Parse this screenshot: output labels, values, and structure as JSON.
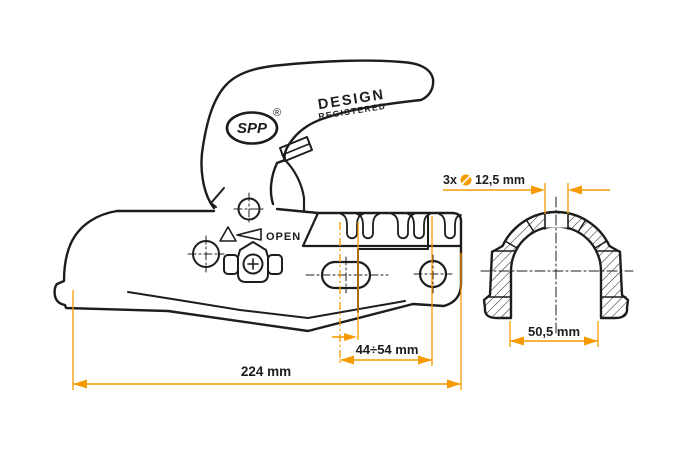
{
  "accent_color": "#F59B00",
  "line_color": "#1D1D1B",
  "handle": {
    "brand": "SPP",
    "registered_mark": "®",
    "design_line1": "DESIGN",
    "design_line2": "REGISTERED"
  },
  "body_labels": {
    "open": "OPEN"
  },
  "dimensions": {
    "holes": {
      "count_prefix": "3x",
      "diameter_symbol": "⌀",
      "value": "12,5 mm"
    },
    "inner_width": {
      "value": "50,5 mm"
    },
    "shaft_range": {
      "value": "44÷54 mm"
    },
    "total_length": {
      "value": "224 mm"
    }
  }
}
